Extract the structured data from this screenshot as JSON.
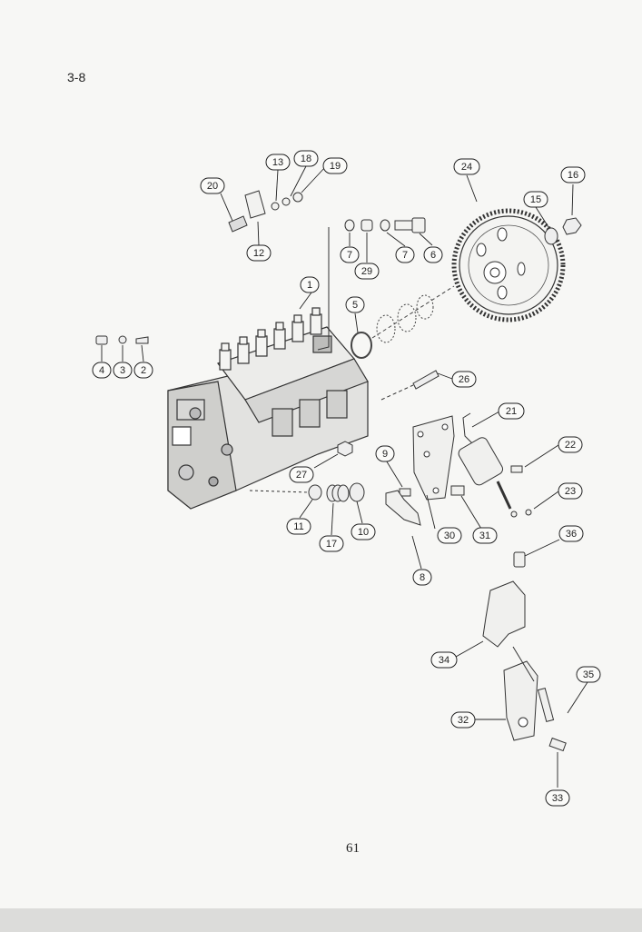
{
  "page": {
    "section_id": "3-8",
    "page_number": "61"
  },
  "callouts": [
    {
      "number": "1"
    },
    {
      "number": "2"
    },
    {
      "number": "3"
    },
    {
      "number": "4"
    },
    {
      "number": "5"
    },
    {
      "number": "6"
    },
    {
      "number": "7"
    },
    {
      "number": "7"
    },
    {
      "number": "8"
    },
    {
      "number": "9"
    },
    {
      "number": "10"
    },
    {
      "number": "11"
    },
    {
      "number": "12"
    },
    {
      "number": "13"
    },
    {
      "number": "15"
    },
    {
      "number": "16"
    },
    {
      "number": "17"
    },
    {
      "number": "18"
    },
    {
      "number": "19"
    },
    {
      "number": "20"
    },
    {
      "number": "21"
    },
    {
      "number": "22"
    },
    {
      "number": "23"
    },
    {
      "number": "24"
    },
    {
      "number": "26"
    },
    {
      "number": "27"
    },
    {
      "number": "29"
    },
    {
      "number": "30"
    },
    {
      "number": "31"
    },
    {
      "number": "32"
    },
    {
      "number": "33"
    },
    {
      "number": "34"
    },
    {
      "number": "35"
    },
    {
      "number": "36"
    }
  ]
}
